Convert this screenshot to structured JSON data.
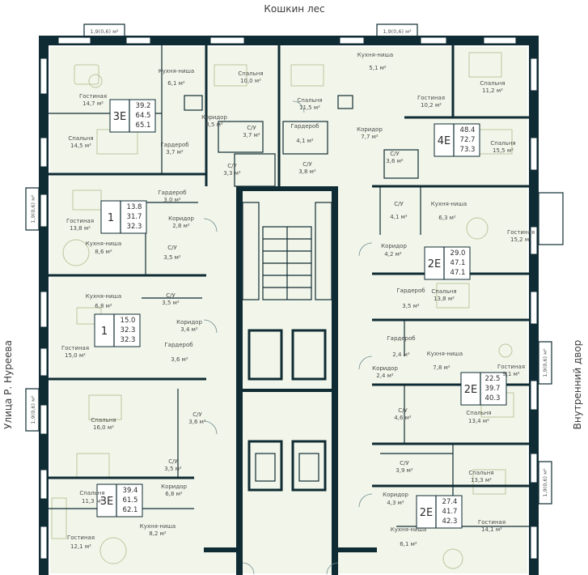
{
  "edges": {
    "top": "Кошкин лес",
    "left": "Улица Р. Нуреева",
    "right": "Внутренний двор"
  },
  "balconies": {
    "top_left": "1,9(0,6) м²",
    "top_right": "1,9(0,6) м²",
    "left": "1,9(0,6) м²",
    "left_lower": "1,9(0,6) м²",
    "right_upper": "1,9(0,6) м²",
    "right_lower": "1,9(0,6) м²"
  },
  "apartments": [
    {
      "code": "3Е",
      "living": "39.2",
      "total": "64.5",
      "total_balc": "65.1"
    },
    {
      "code": "4Е",
      "living": "48.4",
      "total": "72.7",
      "total_balc": "73.3"
    },
    {
      "code": "1",
      "living": "13.8",
      "total": "31.7",
      "total_balc": "32.3"
    },
    {
      "code": "2Е",
      "living": "29.0",
      "total": "47.1",
      "total_balc": "47.1"
    },
    {
      "code": "1",
      "living": "15.0",
      "total": "32.3",
      "total_balc": "32.3"
    },
    {
      "code": "2Е",
      "living": "22.5",
      "total": "39.7",
      "total_balc": "40.3"
    },
    {
      "code": "3Е",
      "living": "39.4",
      "total": "61.5",
      "total_balc": "62.1"
    },
    {
      "code": "2Е",
      "living": "27.4",
      "total": "41.7",
      "total_balc": "42.3"
    }
  ],
  "rooms": [
    {
      "name": "Гостиная",
      "area": "14,7 м²"
    },
    {
      "name": "Кухня-ниша",
      "area": "6,1 м²"
    },
    {
      "name": "Спальня",
      "area": "10,0 м²"
    },
    {
      "name": "Спальня",
      "area": "11,5 м²"
    },
    {
      "name": "Кухня-ниша",
      "area": "5,1 м²"
    },
    {
      "name": "Гостиная",
      "area": "10,2 м²"
    },
    {
      "name": "Спальня",
      "area": "11,2 м²"
    },
    {
      "name": "Коридор",
      "area": "8,5 м²"
    },
    {
      "name": "С/У",
      "area": "3,7 м²"
    },
    {
      "name": "Гардероб",
      "area": "4,1 м²"
    },
    {
      "name": "Коридор",
      "area": "7,7 м²"
    },
    {
      "name": "Спальня",
      "area": "14,5 м²"
    },
    {
      "name": "Гардероб",
      "area": "3,7 м²"
    },
    {
      "name": "С/У",
      "area": "3,3 м²"
    },
    {
      "name": "С/У",
      "area": "3,8 м²"
    },
    {
      "name": "С/У",
      "area": "3,6 м²"
    },
    {
      "name": "Спальня",
      "area": "15,5 м²"
    },
    {
      "name": "Гардероб",
      "area": "3,0 м²"
    },
    {
      "name": "Коридор",
      "area": "2,8 м²"
    },
    {
      "name": "Гостиная",
      "area": "13,8 м²"
    },
    {
      "name": "С/У",
      "area": "4,1 м²"
    },
    {
      "name": "Кухня-ниша",
      "area": "6,3 м²"
    },
    {
      "name": "Гостиная",
      "area": "15,2 м²"
    },
    {
      "name": "Кухня-ниша",
      "area": "8,6 м²"
    },
    {
      "name": "С/У",
      "area": "3,5 м²"
    },
    {
      "name": "Коридор",
      "area": "4,2 м²"
    },
    {
      "name": "Кухня-ниша",
      "area": "6,8 м²"
    },
    {
      "name": "С/У",
      "area": "3,5 м²"
    },
    {
      "name": "Гардероб",
      "area": "3,5 м²"
    },
    {
      "name": "Спальня",
      "area": "13,8 м²"
    },
    {
      "name": "Коридор",
      "area": "3,4 м²"
    },
    {
      "name": "Гостиная",
      "area": "15,0 м²"
    },
    {
      "name": "Гардероб",
      "area": "3,6 м²"
    },
    {
      "name": "Гардероб",
      "area": "2,4 м²"
    },
    {
      "name": "Кухня-ниша",
      "area": "7,8 м²"
    },
    {
      "name": "Гостиная",
      "area": "9,1 м²"
    },
    {
      "name": "Коридор",
      "area": "2,4 м²"
    },
    {
      "name": "Спальня",
      "area": "16,0 м²"
    },
    {
      "name": "С/У",
      "area": "3,6 м²"
    },
    {
      "name": "С/У",
      "area": "4,6 м²"
    },
    {
      "name": "Спальня",
      "area": "13,4 м²"
    },
    {
      "name": "С/У",
      "area": "3,5 м²"
    },
    {
      "name": "С/У",
      "area": "3,9 м²"
    },
    {
      "name": "Спальня",
      "area": "11,3 м²"
    },
    {
      "name": "Коридор",
      "area": "6,8 м²"
    },
    {
      "name": "Спальня",
      "area": "13,3 м²"
    },
    {
      "name": "Гостиная",
      "area": "12,1 м²"
    },
    {
      "name": "Кухня-ниша",
      "area": "8,2 м²"
    },
    {
      "name": "Коридор",
      "area": "4,3 м²"
    },
    {
      "name": "Кухня-ниша",
      "area": "6,1 м²"
    },
    {
      "name": "Гостиная",
      "area": "14,1 м²"
    }
  ]
}
